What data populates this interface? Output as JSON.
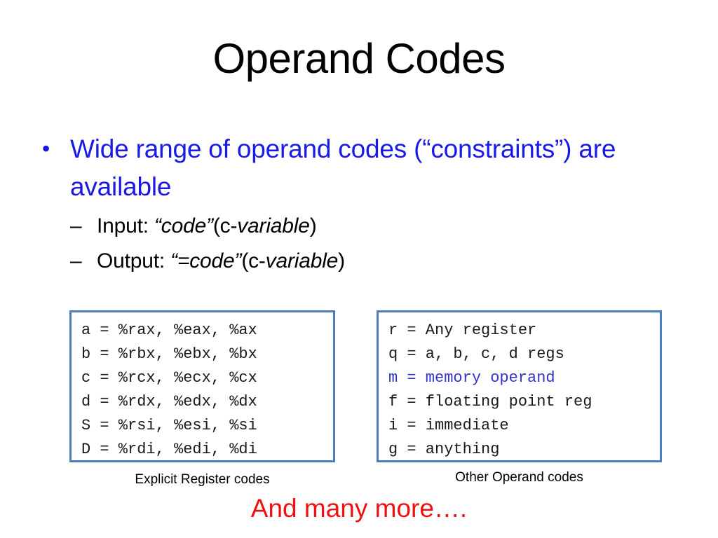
{
  "slide": {
    "title": "Operand Codes",
    "colors": {
      "title": "#000000",
      "bullet_blue": "#1a1ae6",
      "box_border": "#4a7ebb",
      "code_accent": "#3333cc",
      "footer_red": "#ee1111",
      "background": "#ffffff"
    }
  },
  "body": {
    "bullet_marker": "•",
    "sub_marker": "–",
    "main_bullet": {
      "text": "Wide range of operand codes (“constraints”) are available"
    },
    "sub_bullets": [
      {
        "prefix": "Input: ",
        "quote_open": "“",
        "code_word": "code",
        "quote_close": "”",
        "paren_open": "(c-",
        "var_word": "variable",
        "paren_close": ")"
      },
      {
        "prefix": "Output: ",
        "quote_open": "“",
        "code_word": "=code",
        "quote_close": "”",
        "paren_open": "(c-",
        "var_word": "variable",
        "paren_close": ")"
      }
    ]
  },
  "boxes": {
    "explicit": {
      "caption": "Explicit Register codes",
      "lines": [
        {
          "text": "a = %rax, %eax, %ax",
          "accent": false
        },
        {
          "text": "b = %rbx, %ebx, %bx",
          "accent": false
        },
        {
          "text": "c = %rcx, %ecx, %cx",
          "accent": false
        },
        {
          "text": "d = %rdx, %edx, %dx",
          "accent": false
        },
        {
          "text": "S = %rsi, %esi, %si",
          "accent": false
        },
        {
          "text": "D = %rdi, %edi, %di",
          "accent": false
        }
      ]
    },
    "other": {
      "caption": "Other Operand codes",
      "lines": [
        {
          "text": "r = Any register",
          "accent": false
        },
        {
          "text": "q = a, b, c, d regs",
          "accent": false
        },
        {
          "text": "m = memory operand",
          "accent": true
        },
        {
          "text": "f = floating point reg",
          "accent": false
        },
        {
          "text": "i = immediate",
          "accent": false
        },
        {
          "text": "g = anything",
          "accent": false
        }
      ]
    }
  },
  "footer": {
    "text": "And many more…."
  }
}
